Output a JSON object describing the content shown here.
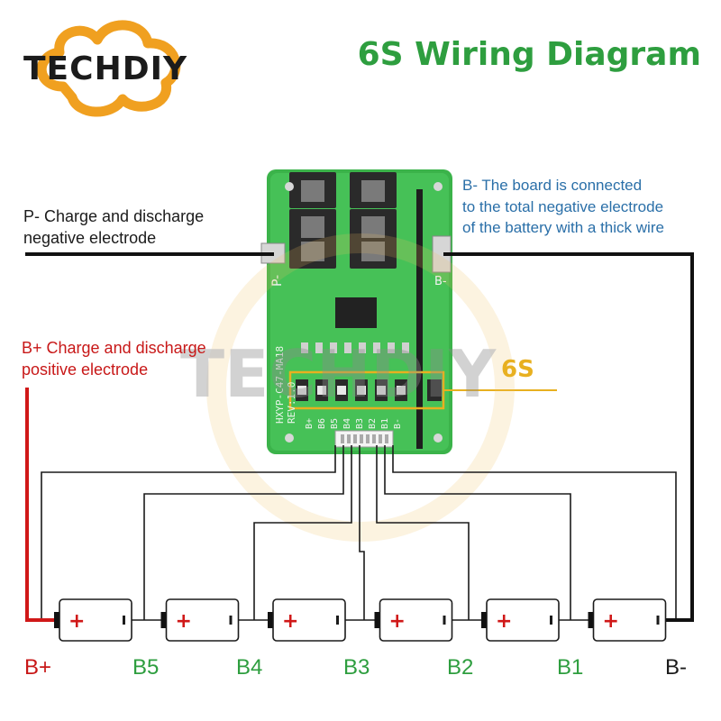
{
  "brand": {
    "logo_text": "TECHDIY",
    "watermark_text": "TECHDIY"
  },
  "title": "6S Wiring Diagram",
  "board": {
    "model_text": "HXYP-C47-MA18",
    "rev_text": "REV:1.0",
    "p_pad_label": "P-",
    "b_pad_label": "B-",
    "pin_labels": [
      "B+",
      "B6",
      "B5",
      "B4",
      "B3",
      "B2",
      "B1",
      "B-"
    ],
    "series_badge": "6S"
  },
  "annotations": {
    "p_minus": [
      "P- Charge and discharge",
      "negative electrode"
    ],
    "b_plus": [
      "B+ Charge and discharge",
      "positive electrode"
    ],
    "b_minus": [
      "B- The board is connected",
      "to the total negative electrode",
      "of the battery with a thick wire"
    ]
  },
  "nodes": [
    "B+",
    "B5",
    "B4",
    "B3",
    "B2",
    "B1",
    "B-"
  ],
  "battery_cells": {
    "count": 6,
    "positive_symbol": "+",
    "negative_symbol": "-"
  },
  "colors": {
    "title_green": "#2e9e3f",
    "b_plus_red": "#c81818",
    "b_minus_blue": "#2a6fa8",
    "pcb_green": "#3bb34a",
    "logo_orange": "#f0a020"
  }
}
